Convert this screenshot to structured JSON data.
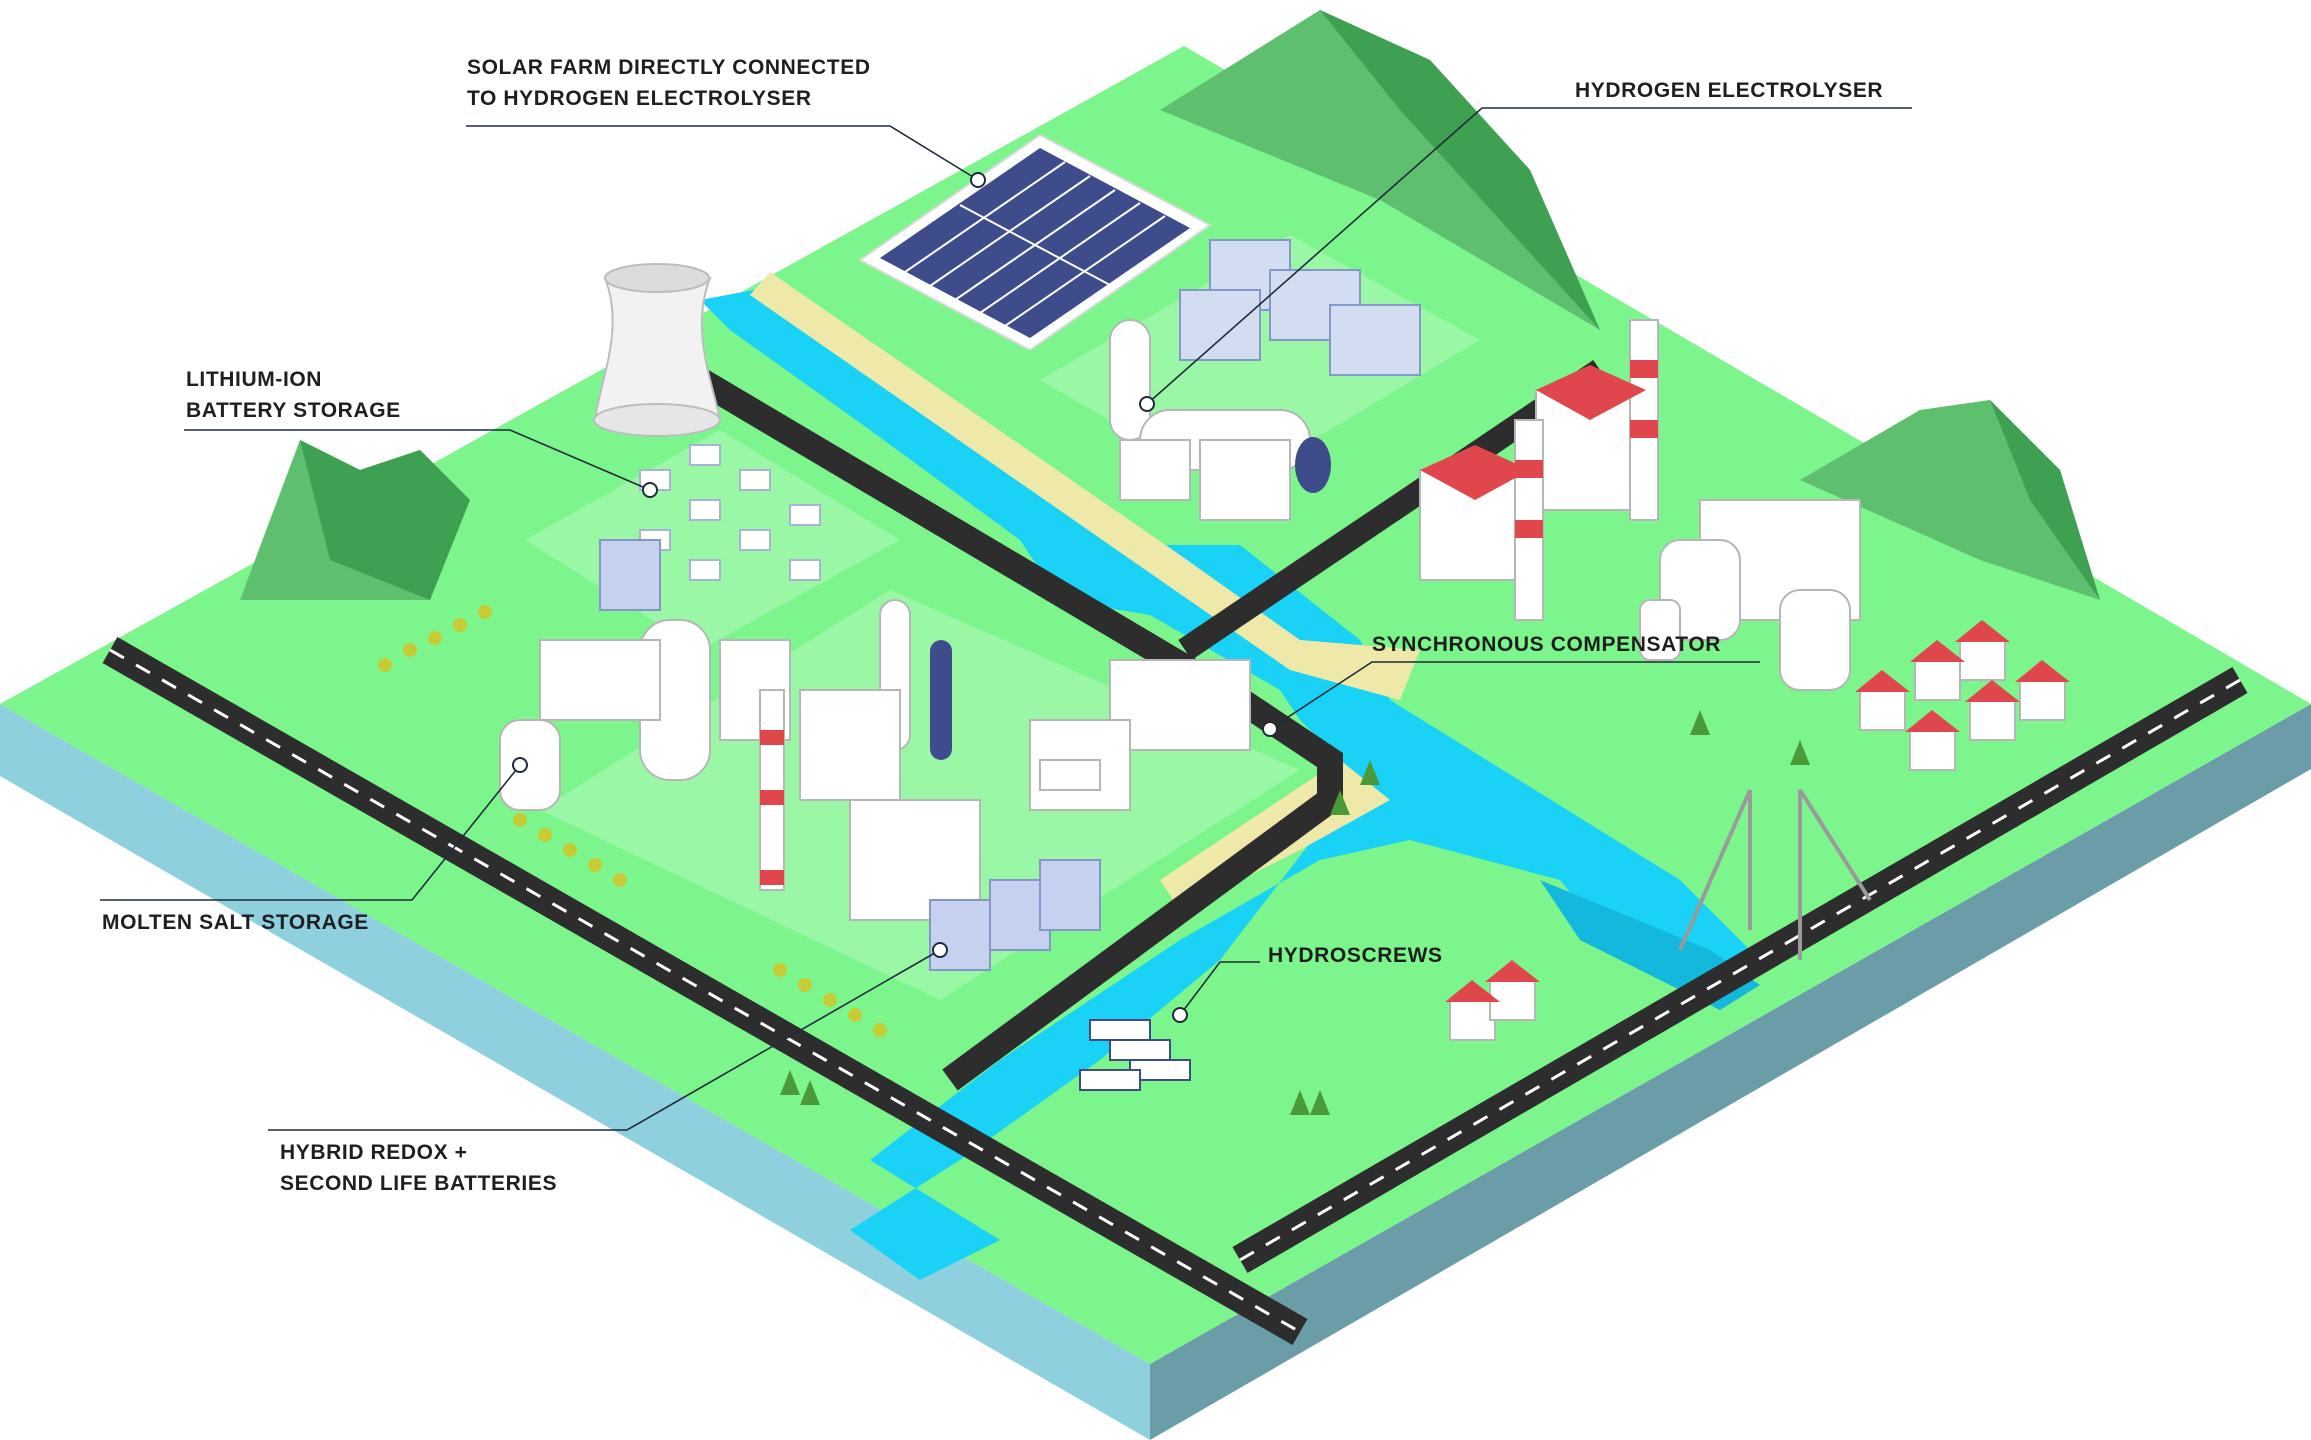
{
  "callouts": {
    "solar_farm": [
      "SOLAR  FARM DIRECTLY CONNECTED",
      "TO HYDROGEN ELECTROLYSER"
    ],
    "hydrogen_electrolyser": [
      "HYDROGEN ELECTROLYSER"
    ],
    "lithium_ion": [
      "LITHIUM-ION",
      "BATTERY STORAGE"
    ],
    "synchronous_compensator": [
      "SYNCHRONOUS COMPENSATOR"
    ],
    "molten_salt": [
      "MOLTEN SALT STORAGE"
    ],
    "hydroscrews": [
      "HYDROSCREWS"
    ],
    "hybrid_redox": [
      "HYBRID REDOX +",
      "SECOND LIFE BATTERIES"
    ]
  },
  "colors": {
    "grass": "#7cf58d",
    "grass_light": "#99f7a5",
    "water": "#19d2f5",
    "water_edge": "#14b8dc",
    "road": "#2d2d2d",
    "road_marking": "#ffffff",
    "base_left": "#8fd0df",
    "base_right": "#6b9da8",
    "mountain": "#5ec06e",
    "mountain_dark": "#3ea152",
    "solar_panel": "#3e4c8c",
    "roof_red": "#e0474c",
    "sand": "#efe9a9",
    "leader_line": "#1f2a3a"
  },
  "icons": [
    "cooling-tower",
    "solar-panels",
    "battery-containers",
    "electrolyser-modules",
    "hydrogen-tank",
    "power-plant-chimneys",
    "houses",
    "trees",
    "bridge",
    "hydroscrew-turbines",
    "storage-tanks",
    "synchronous-compensator-building"
  ]
}
